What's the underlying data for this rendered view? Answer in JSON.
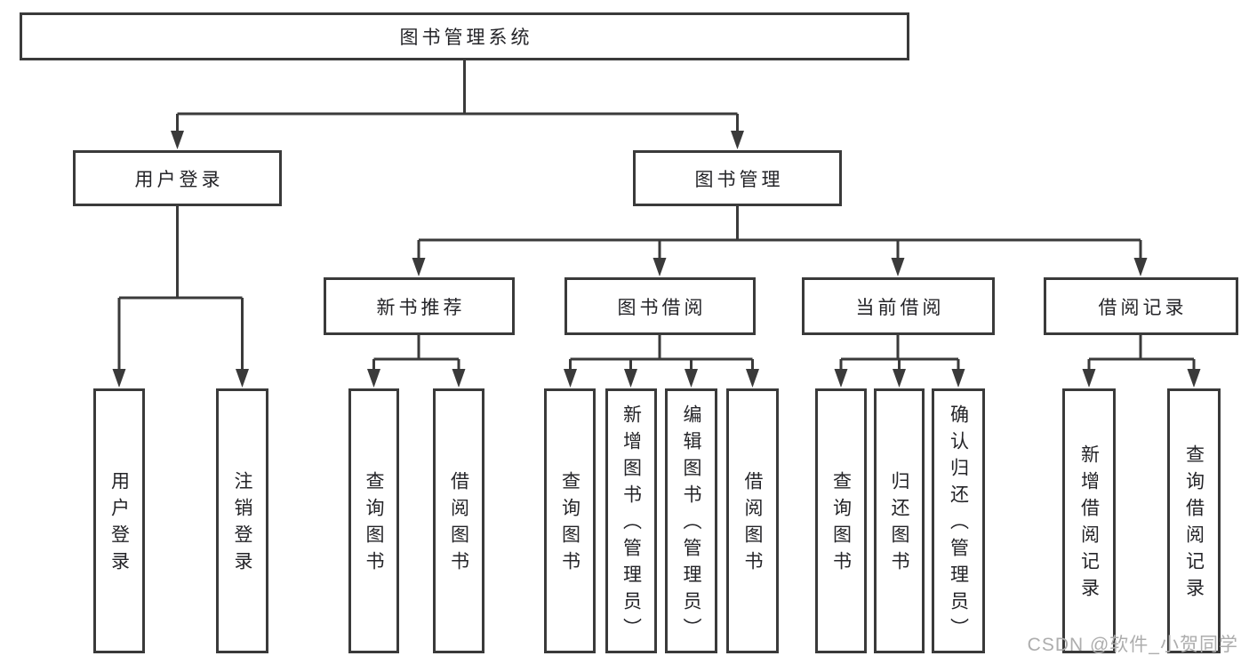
{
  "tree": {
    "root": {
      "label": "图书管理系统"
    },
    "branches": [
      {
        "label": "用户登录",
        "children": [
          {
            "label": "用户登录"
          },
          {
            "label": "注销登录"
          }
        ]
      },
      {
        "label": "图书管理",
        "children": [
          {
            "label": "新书推荐",
            "children": [
              {
                "label": "查询图书"
              },
              {
                "label": "借阅图书"
              }
            ]
          },
          {
            "label": "图书借阅",
            "children": [
              {
                "label": "查询图书"
              },
              {
                "label": "新增图书（管理员）"
              },
              {
                "label": "编辑图书（管理员）"
              },
              {
                "label": "借阅图书"
              }
            ]
          },
          {
            "label": "当前借阅",
            "children": [
              {
                "label": "查询图书"
              },
              {
                "label": "归还图书"
              },
              {
                "label": "确认归还（管理员）"
              }
            ]
          },
          {
            "label": "借阅记录",
            "children": [
              {
                "label": "新增借阅记录"
              },
              {
                "label": "查询借阅记录"
              }
            ]
          }
        ]
      }
    ]
  },
  "watermark": {
    "text": "CSDN @软件_小贺同学"
  },
  "colors": {
    "line": "#3a3a3a",
    "text": "#242428",
    "watermark": "#adadad",
    "background": "#ffffff"
  }
}
